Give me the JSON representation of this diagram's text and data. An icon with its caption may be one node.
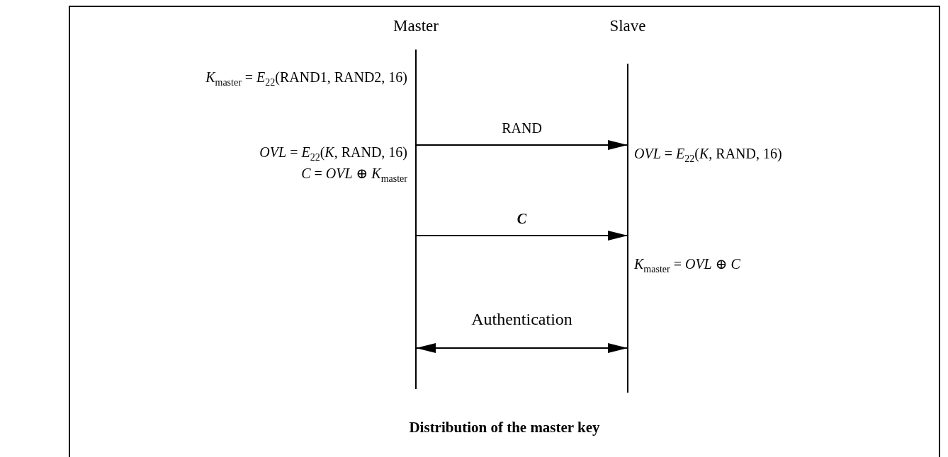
{
  "diagram": {
    "caption": "Distribution of the master key",
    "nodes": [
      {
        "text": [
          "Master"
        ]
      },
      {
        "text": [
          "Slave"
        ]
      }
    ],
    "edges": [
      {
        "from": 0,
        "to": 1,
        "arrow": "to",
        "label": "RAND"
      },
      {
        "from": 0,
        "to": 1,
        "arrow": "to",
        "label": "C"
      },
      {
        "from": 0,
        "to": 1,
        "arrow": "both",
        "label": "Authentication"
      }
    ],
    "labels": [
      "*K*$_{master}$ = *E*$_{22}$(RAND1, RAND2, 16)",
      "*OVL* = *E*$_{22}$(*K*, RAND, 16)",
      "*C* = *OVL* ⊕ *K*$_{master}$",
      "*OVL* = *E*$_{22}$(*K*, RAND, 16)",
      "*K*$_{master}$ = *OVL* ⊕ *C*"
    ]
  }
}
